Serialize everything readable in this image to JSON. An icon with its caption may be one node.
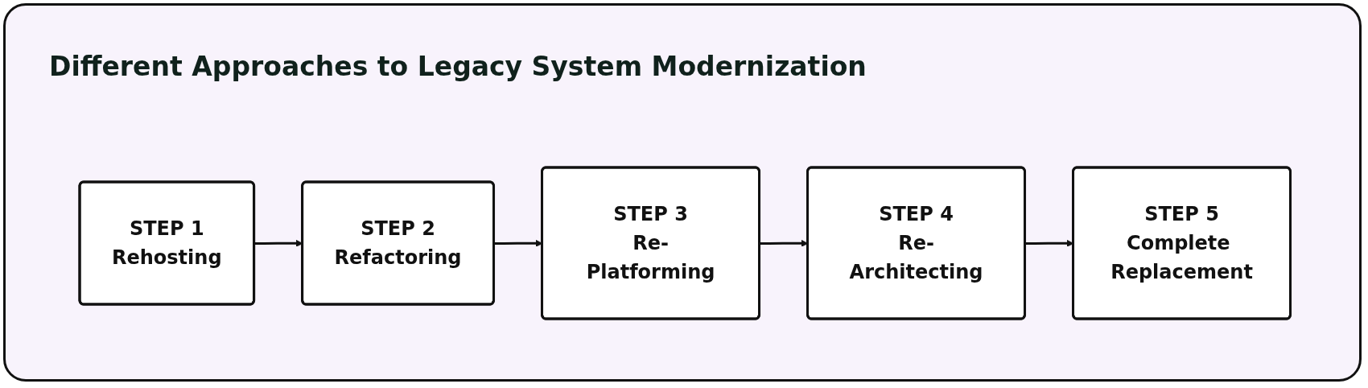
{
  "diagram": {
    "title": "Different Approaches to Legacy System Modernization",
    "nodes": [
      {
        "text": [
          "STEP 1",
          "Rehosting"
        ]
      },
      {
        "text": [
          "STEP 2",
          "Refactoring"
        ]
      },
      {
        "text": [
          "STEP 3",
          "Re-Platforming"
        ]
      },
      {
        "text": [
          "STEP 4",
          "Re-Architecting"
        ]
      },
      {
        "text": [
          "STEP 5",
          "Complete Replacement"
        ]
      }
    ],
    "edges": [
      {
        "from": 0,
        "to": 1,
        "arrow": "to"
      },
      {
        "from": 1,
        "to": 2,
        "arrow": "to"
      },
      {
        "from": 2,
        "to": 3,
        "arrow": "to"
      },
      {
        "from": 3,
        "to": 4,
        "arrow": "to"
      }
    ]
  }
}
